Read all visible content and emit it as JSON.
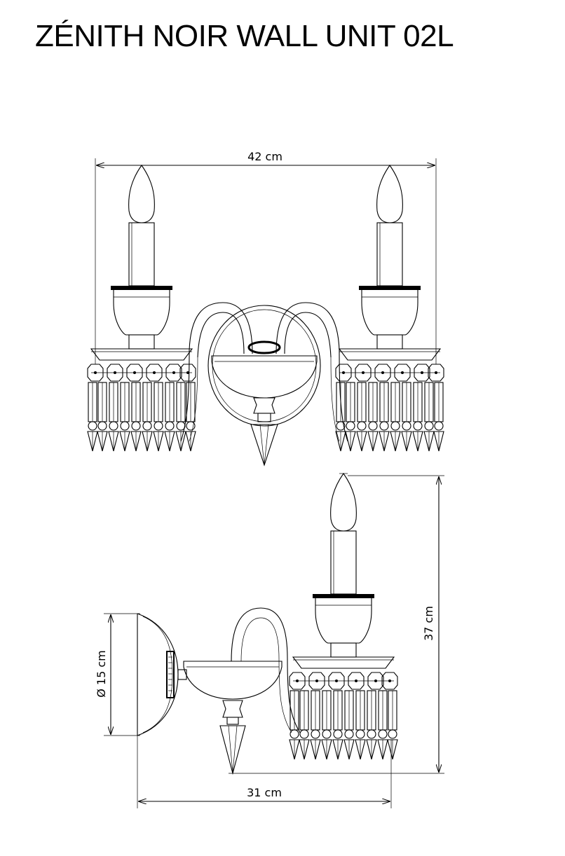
{
  "title": "ZÉNITH NOIR WALL UNIT 02L",
  "dimensions": {
    "width": "42 cm",
    "height": "37 cm",
    "diameter": "Ø 15 cm",
    "depth": "31 cm"
  },
  "colors": {
    "line": "#000000",
    "background": "#ffffff"
  }
}
